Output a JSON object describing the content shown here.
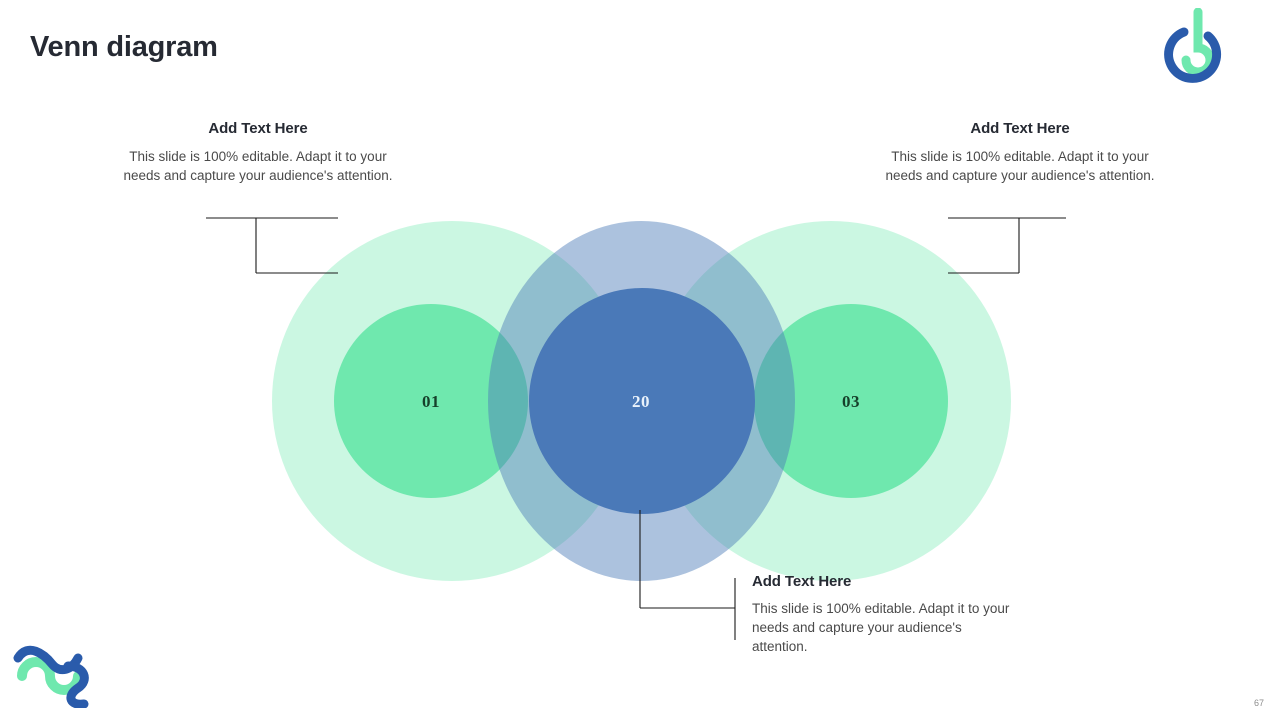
{
  "slide": {
    "title": "Venn diagram",
    "page_number": "67"
  },
  "branding": {
    "logo_icon": "brand-logo-icon",
    "decoration_icon": "squiggle-decoration-icon",
    "blue": "#2a5bab",
    "green": "#6fe8ae"
  },
  "venn": {
    "circles": [
      {
        "id": "left",
        "label": "01",
        "outer_color": "#c9f2dc",
        "inner_color": "#6fe8ae",
        "label_color": "#16402b"
      },
      {
        "id": "center",
        "label": "20",
        "outer_color": "#a9bcde",
        "inner_color": "#4a79b8",
        "label_color": "#e9f2fb"
      },
      {
        "id": "right",
        "label": "03",
        "outer_color": "#c9f2dc",
        "inner_color": "#6fe8ae",
        "label_color": "#16402b"
      }
    ]
  },
  "callouts": {
    "left": {
      "heading": "Add Text Here",
      "body": "This slide is 100% editable. Adapt it to your needs and capture your audience's attention."
    },
    "right": {
      "heading": "Add Text Here",
      "body": "This slide is 100% editable. Adapt it to your needs and capture your audience's attention."
    },
    "bottom": {
      "heading": "Add Text Here",
      "body": "This slide is 100% editable. Adapt it to your needs and capture your audience's attention."
    }
  }
}
